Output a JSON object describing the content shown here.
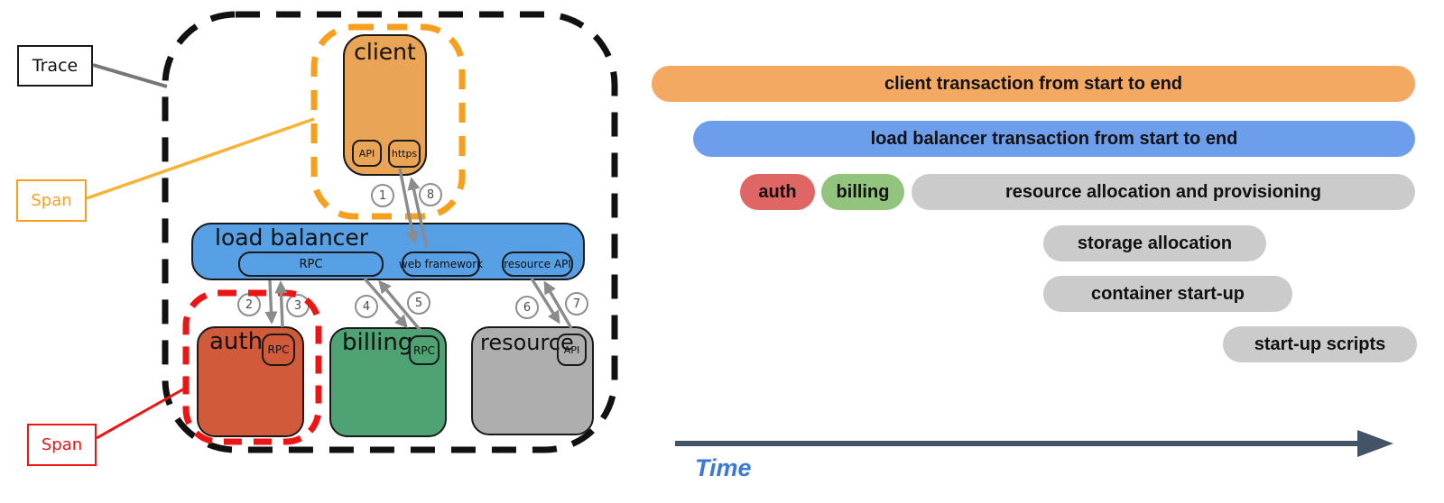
{
  "palette": {
    "client_fill": "#E9A455",
    "load_balancer_fill": "#57A0E5",
    "auth_fill": "#D15A3B",
    "billing_fill": "#4EA274",
    "resource_fill": "#AEAEAE",
    "trace_dash": "#111111",
    "span_orange": "#F8A01E",
    "span_red": "#EE1414",
    "leader_yellow": "#F9B233",
    "leader_gray": "#777777",
    "arrow_gray": "#8B8B8B",
    "timeline_orange": "#F4A963",
    "timeline_blue": "#6D9EEB",
    "timeline_red": "#E06666",
    "timeline_green": "#93C47D",
    "timeline_gray": "#CBCBCB",
    "time_axis": "#425466",
    "time_label_color": "#3C78D8"
  },
  "legend": {
    "trace": "Trace",
    "span_orange": "Span",
    "span_red": "Span"
  },
  "diagram": {
    "client": {
      "title": "client",
      "modules": [
        "API",
        "https"
      ]
    },
    "load_balancer": {
      "title": "load balancer",
      "modules": [
        "RPC",
        "web framework",
        "resource API"
      ]
    },
    "services": [
      {
        "title": "auth",
        "module": "RPC"
      },
      {
        "title": "billing",
        "module": "RPC"
      },
      {
        "title": "resource",
        "module": "API"
      }
    ],
    "steps": [
      "1",
      "2",
      "3",
      "4",
      "5",
      "6",
      "7",
      "8"
    ]
  },
  "timeline": {
    "bars": [
      {
        "label": "client transaction from start to end",
        "color": "orange"
      },
      {
        "label": "load balancer transaction from start to end",
        "color": "blue"
      },
      {
        "label": "auth",
        "color": "red"
      },
      {
        "label": "billing",
        "color": "green"
      },
      {
        "label": "resource allocation and provisioning",
        "color": "gray"
      },
      {
        "label": "storage allocation",
        "color": "gray"
      },
      {
        "label": "container start-up",
        "color": "gray"
      },
      {
        "label": "start-up scripts",
        "color": "gray"
      }
    ],
    "time_label": "Time"
  }
}
